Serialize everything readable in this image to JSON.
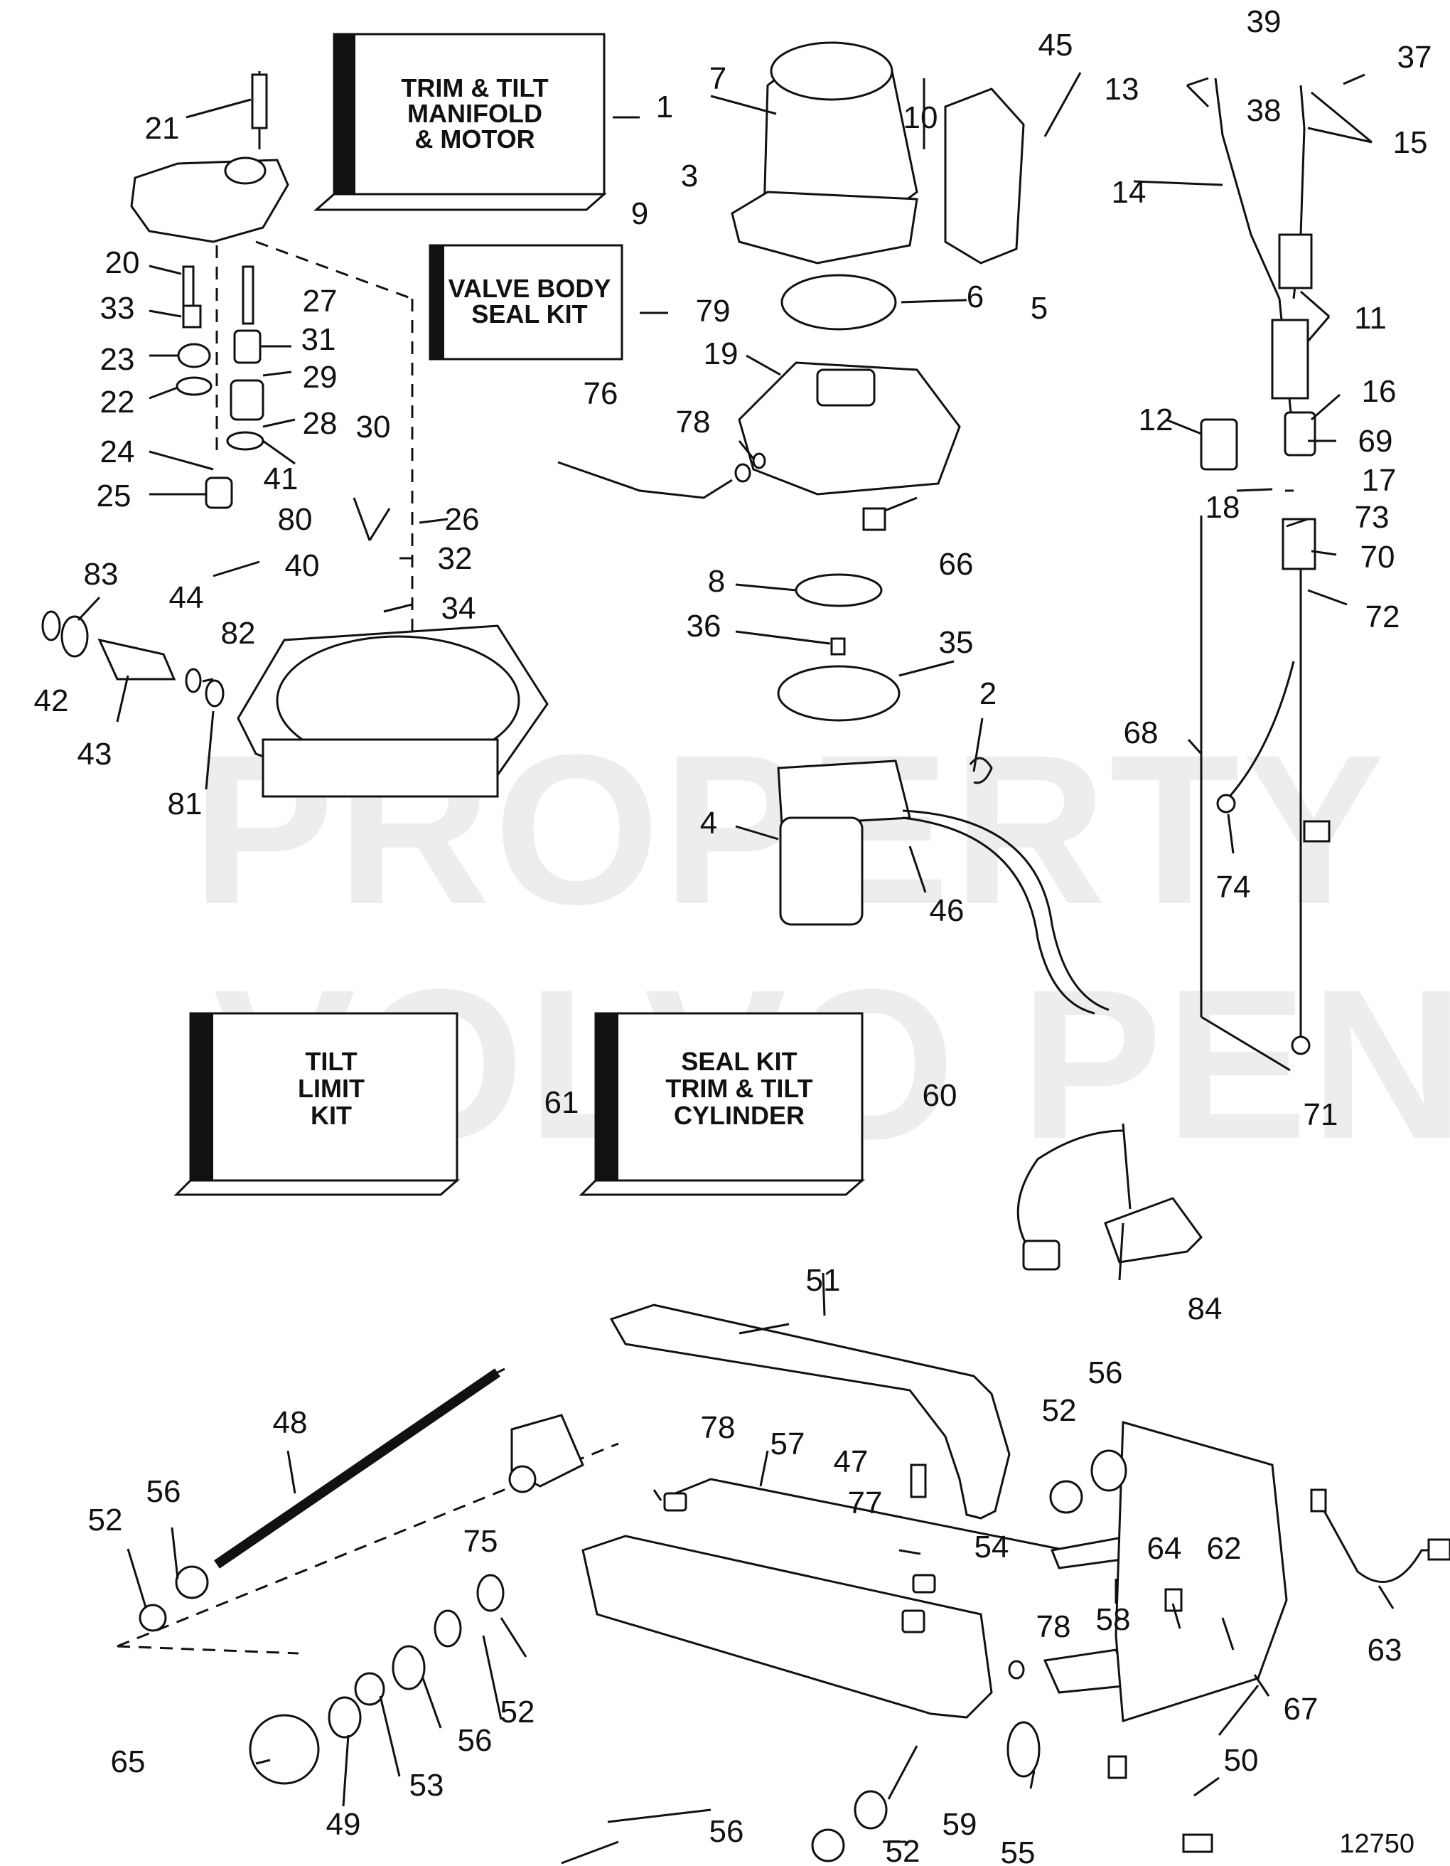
{
  "boxes": {
    "trim_tilt": [
      "TRIM & TILT",
      "MANIFOLD",
      "& MOTOR"
    ],
    "valve_body": [
      "VALVE BODY",
      "SEAL KIT"
    ],
    "tilt_limit": [
      "TILT",
      "LIMIT",
      "KIT"
    ],
    "seal_kit": [
      "SEAL KIT",
      "TRIM & TILT",
      "CYLINDER"
    ]
  },
  "watermark": [
    "PROPERTY OF",
    "VOLVO PENTA"
  ],
  "figure_number": "12750",
  "callouts": [
    "1",
    "2",
    "3",
    "4",
    "5",
    "6",
    "7",
    "8",
    "9",
    "10",
    "11",
    "12",
    "13",
    "14",
    "15",
    "16",
    "17",
    "18",
    "19",
    "20",
    "21",
    "22",
    "23",
    "24",
    "25",
    "26",
    "27",
    "28",
    "29",
    "30",
    "31",
    "32",
    "33",
    "34",
    "35",
    "36",
    "37",
    "38",
    "39",
    "40",
    "41",
    "42",
    "43",
    "44",
    "45",
    "46",
    "47",
    "48",
    "49",
    "50",
    "51",
    "52",
    "53",
    "54",
    "55",
    "56",
    "57",
    "58",
    "59",
    "60",
    "61",
    "62",
    "63",
    "64",
    "65",
    "66",
    "67",
    "68",
    "69",
    "70",
    "71",
    "72",
    "73",
    "74",
    "75",
    "76",
    "77",
    "78",
    "79",
    "80",
    "81",
    "82",
    "83",
    "84"
  ]
}
